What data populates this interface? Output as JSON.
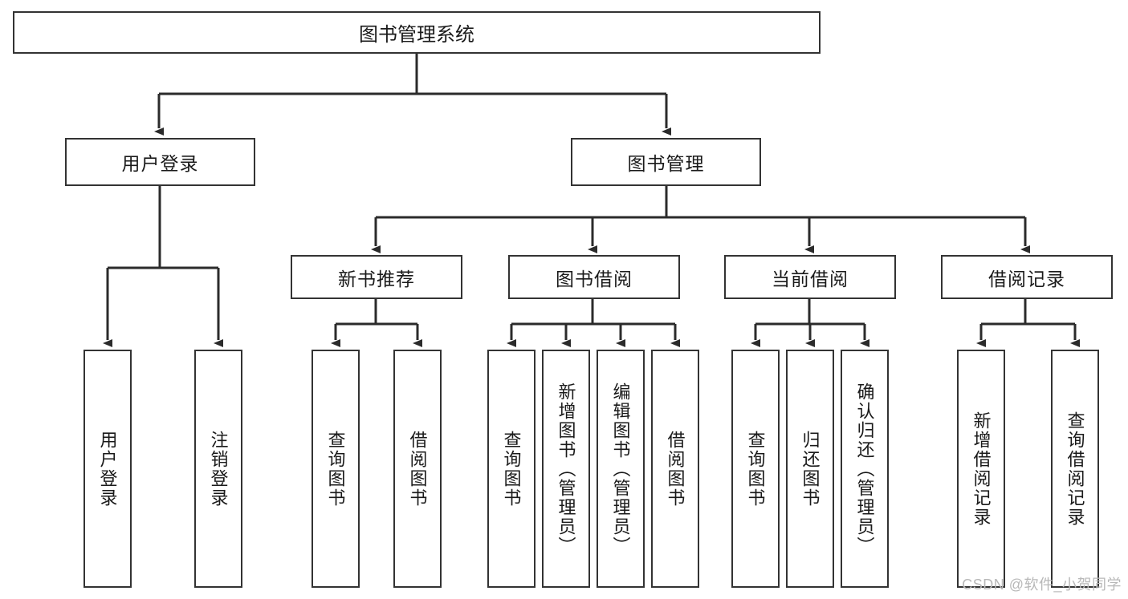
{
  "diagram": {
    "title": "图书管理系统",
    "type": "tree-hierarchy-diagram",
    "root": {
      "label": "图书管理系统"
    },
    "level2": [
      {
        "label": "用户登录"
      },
      {
        "label": "图书管理"
      }
    ],
    "level3": [
      {
        "label": "新书推荐"
      },
      {
        "label": "图书借阅"
      },
      {
        "label": "当前借阅"
      },
      {
        "label": "借阅记录"
      }
    ],
    "leaves": {
      "user_login": [
        {
          "label": "用户登录"
        },
        {
          "label": "注销登录"
        }
      ],
      "new_book_recommend": [
        {
          "label": "查询图书"
        },
        {
          "label": "借阅图书"
        }
      ],
      "book_borrow": [
        {
          "label": "查询图书"
        },
        {
          "label": "新增图书（管理员）"
        },
        {
          "label": "编辑图书（管理员）"
        },
        {
          "label": "借阅图书"
        }
      ],
      "current_borrow": [
        {
          "label": "查询图书"
        },
        {
          "label": "归还图书"
        },
        {
          "label": "确认归还（管理员）"
        }
      ],
      "borrow_record": [
        {
          "label": "新增借阅记录"
        },
        {
          "label": "查询借阅记录"
        }
      ]
    }
  },
  "watermark": {
    "text": "CSDN @软件_小贺同学"
  },
  "colors": {
    "box_border": "#333333",
    "box_fill": "#ffffff",
    "line": "#2b2b2b",
    "text": "#1a1a1a",
    "watermark": "#b8b8b8",
    "canvas": "#ffffff"
  }
}
